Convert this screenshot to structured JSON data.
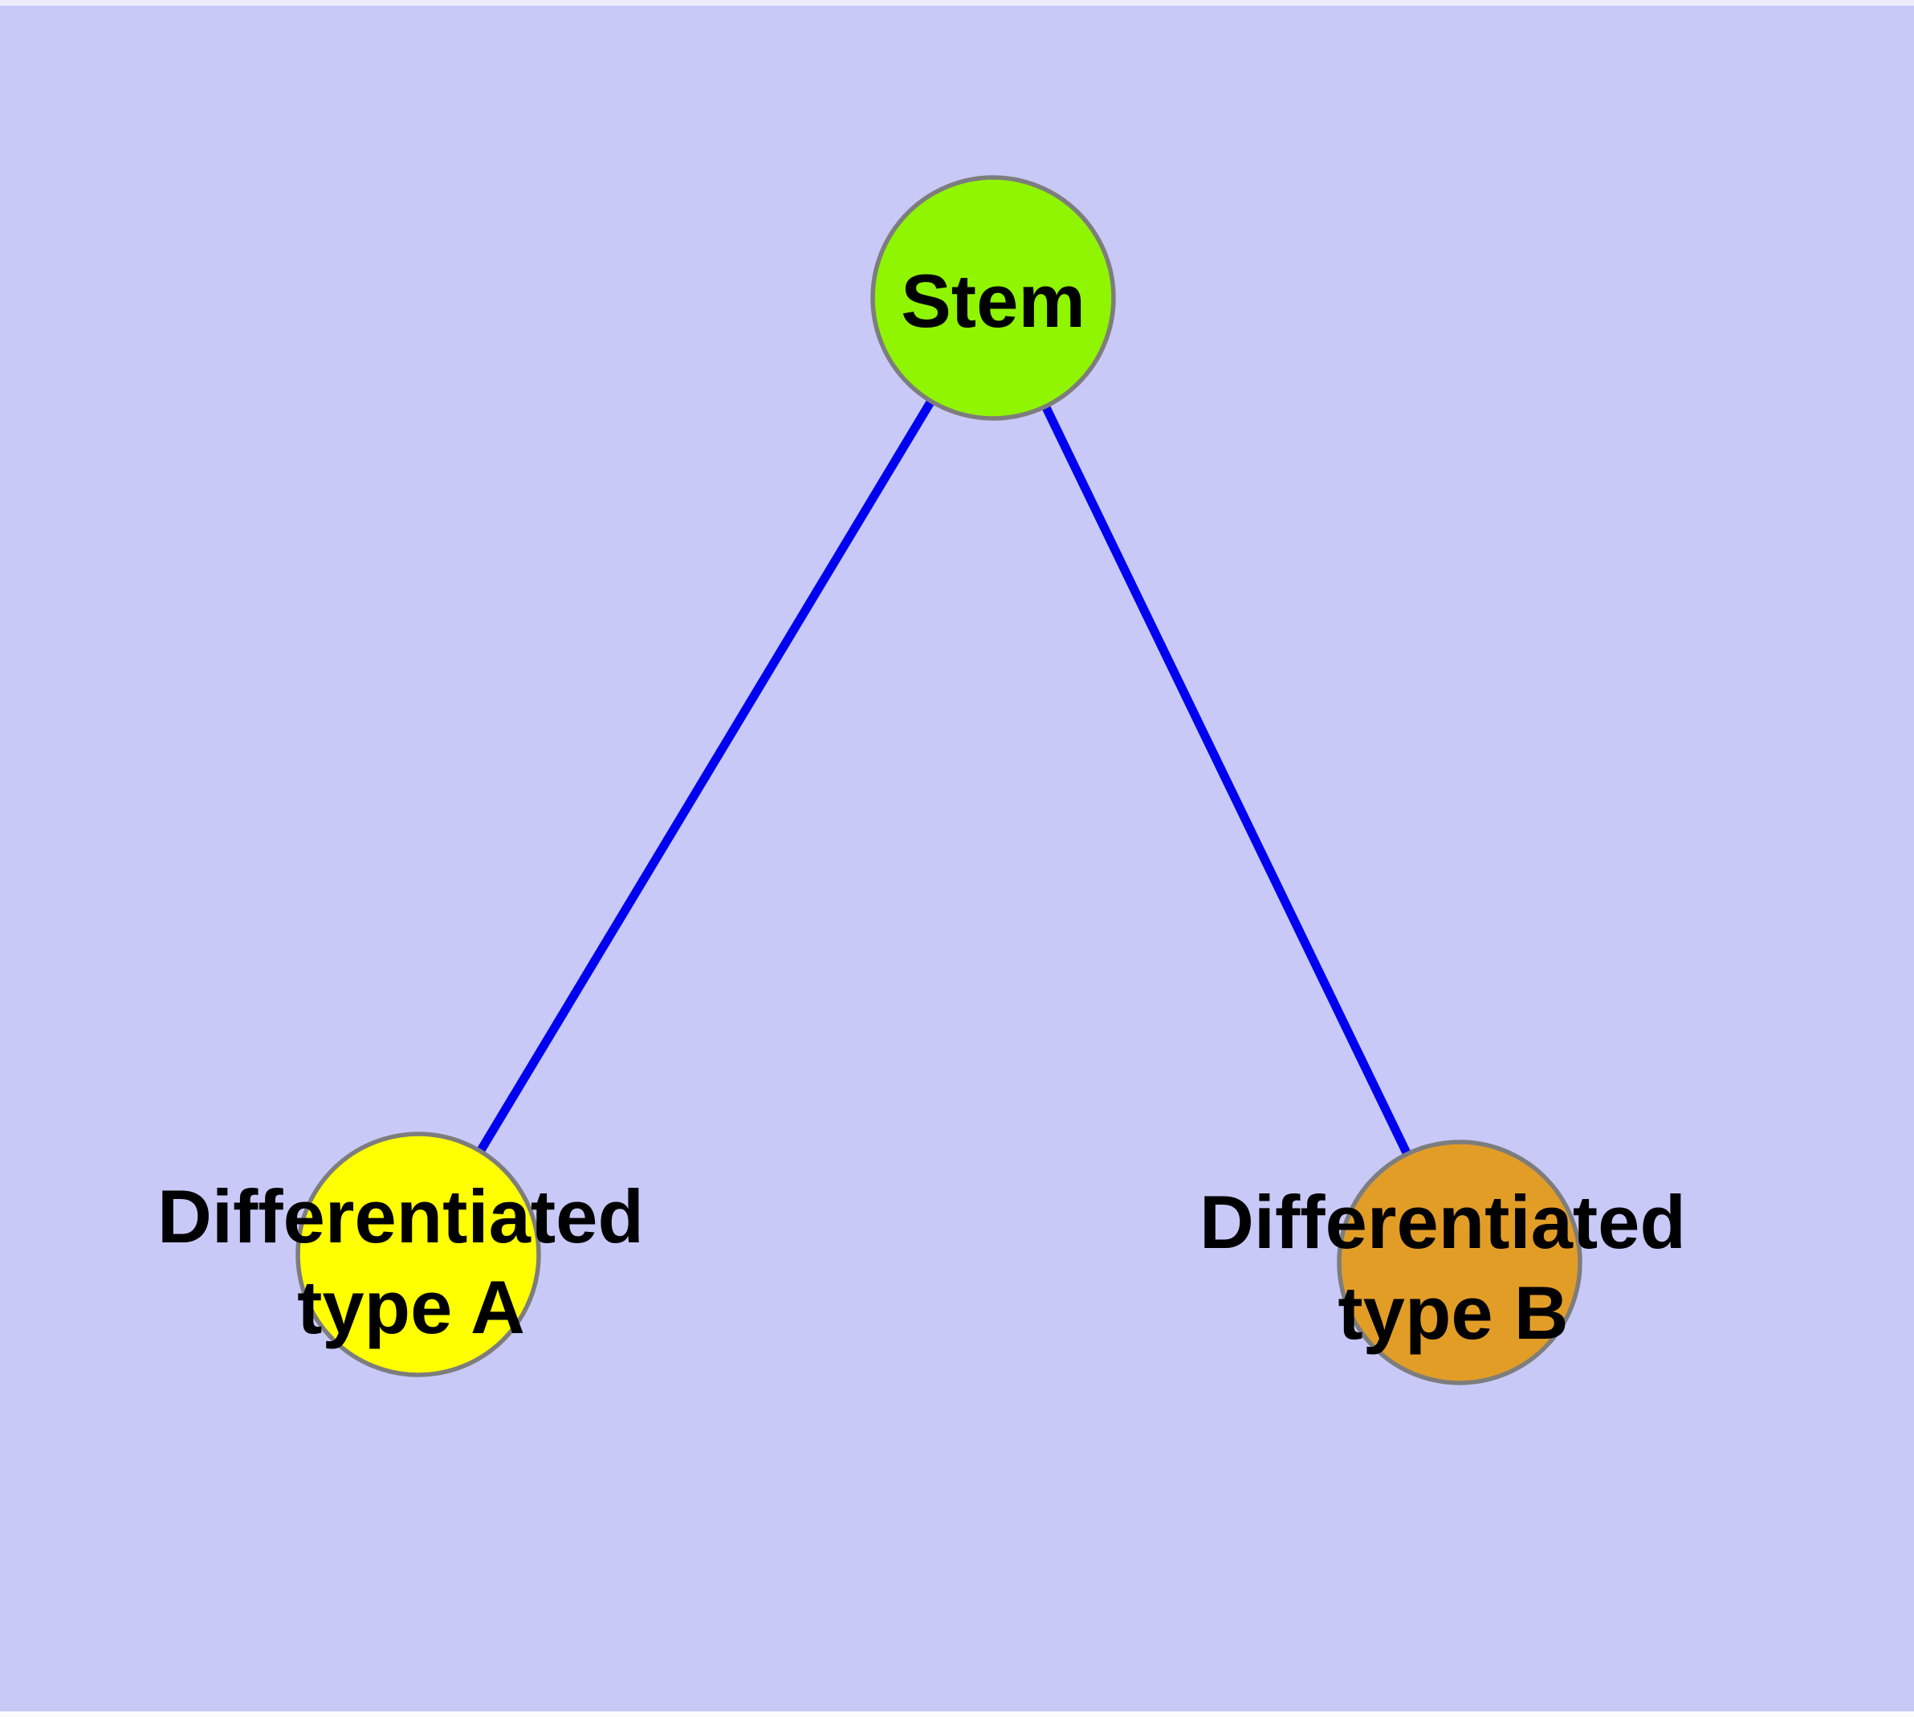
{
  "diagram": {
    "type": "graph",
    "background_color": "#C9C9F8",
    "edge_color": "#0000F0",
    "node_border_color": "#7D7D7D",
    "label_color": "#000000",
    "nodes": [
      {
        "id": "stem",
        "label": "Stem",
        "label_line1": "Stem",
        "label_line2": "",
        "color": "#8FF500"
      },
      {
        "id": "differentiated-type-a",
        "label": "Differentiated type A",
        "label_line1": "Differentiated",
        "label_line2": "type A",
        "color": "#FFFF00"
      },
      {
        "id": "differentiated-type-b",
        "label": "Differentiated type B",
        "label_line1": "Differentiated",
        "label_line2": "type B",
        "color": "#E29D27"
      }
    ],
    "edges": [
      {
        "from": "Stem",
        "to": "Differentiated type A"
      },
      {
        "from": "Stem",
        "to": "Differentiated type B"
      }
    ]
  }
}
